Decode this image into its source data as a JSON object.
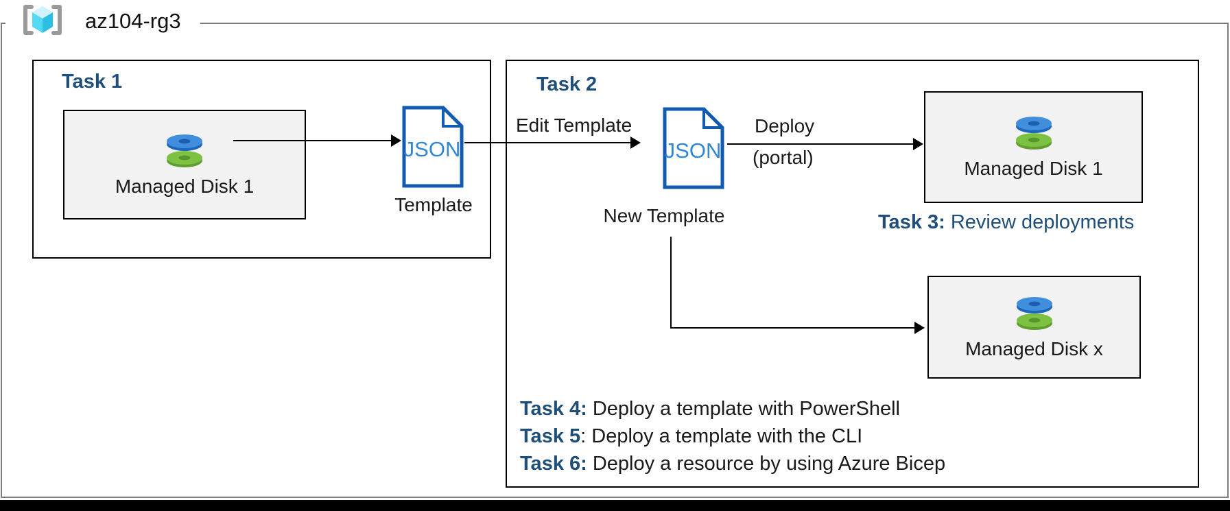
{
  "resource_group": {
    "name": "az104-rg3",
    "icon": "azure-resource-group-icon"
  },
  "task1": {
    "title": "Task 1",
    "disk_label": "Managed Disk 1",
    "json_text": "JSON",
    "template_label": "Template"
  },
  "task2": {
    "title": "Task 2",
    "edit_arrow_label": "Edit Template",
    "json_text": "JSON",
    "new_template_label": "New Template",
    "deploy_label": "Deploy",
    "deploy_sublabel": "(portal)",
    "disk1_label": "Managed Disk 1",
    "diskx_label": "Managed Disk x",
    "task3": {
      "bold": "Task 3:",
      "rest": " Review deployments"
    },
    "bottom_tasks": [
      {
        "bold": "Task 4:",
        "rest": " Deploy a template with PowerShell"
      },
      {
        "bold": "Task 5",
        "rest": ": Deploy a template with the CLI"
      },
      {
        "bold": "Task 6:",
        "rest": " Deploy a resource by using Azure Bicep"
      }
    ]
  },
  "colors": {
    "task_heading_blue": "#1f4e79",
    "json_border_blue": "#135bb0",
    "json_text_blue": "#3088d4",
    "disk_blue_top": "#418fdc",
    "disk_blue_side": "#1b67be",
    "disk_green_top": "#7dc142",
    "disk_green_side": "#5f9e2f",
    "resource_box_gray": "#f2f2f2",
    "rg_border_gray": "#7d7d7d",
    "rg_cube_cyan": "#54d9f4",
    "line_black": "#000000"
  }
}
